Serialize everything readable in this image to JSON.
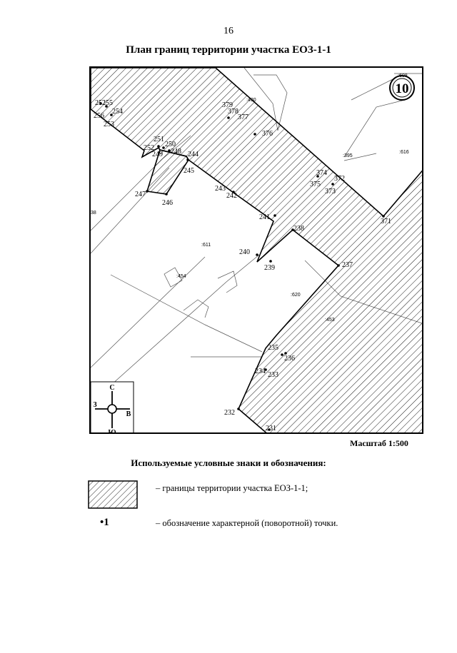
{
  "page": {
    "number": "16"
  },
  "title": "План границ территории участка ЕОЗ-1-1",
  "map": {
    "sheet_number": "10",
    "scale": "Масштаб 1:500",
    "compass": {
      "north": "С",
      "south": "Ю",
      "east": "В",
      "west": "З"
    },
    "points": [
      "252",
      "255",
      "254",
      "256",
      "253",
      "251",
      "250",
      "248",
      "252",
      "249",
      "244",
      "245",
      "247",
      "246",
      "243",
      "242",
      "379",
      "378",
      "377",
      "376",
      "374",
      "372",
      "375",
      "373",
      "371",
      "241",
      "238",
      "240",
      "239",
      "237",
      "235",
      "236",
      "234",
      "233",
      "232",
      "231"
    ],
    "parcel_labels": [
      ":430",
      ":608",
      ":616",
      ":395",
      ":611",
      ":454",
      ":620",
      ":453",
      "38"
    ]
  },
  "legend": {
    "title": "Используемые условные знаки и обозначения:",
    "items": [
      {
        "symbol": "hatch",
        "text": "– границы территории участка ЕОЗ-1-1;"
      },
      {
        "symbol": "•1",
        "text": "– обозначение характерной (поворотной) точки."
      }
    ]
  }
}
